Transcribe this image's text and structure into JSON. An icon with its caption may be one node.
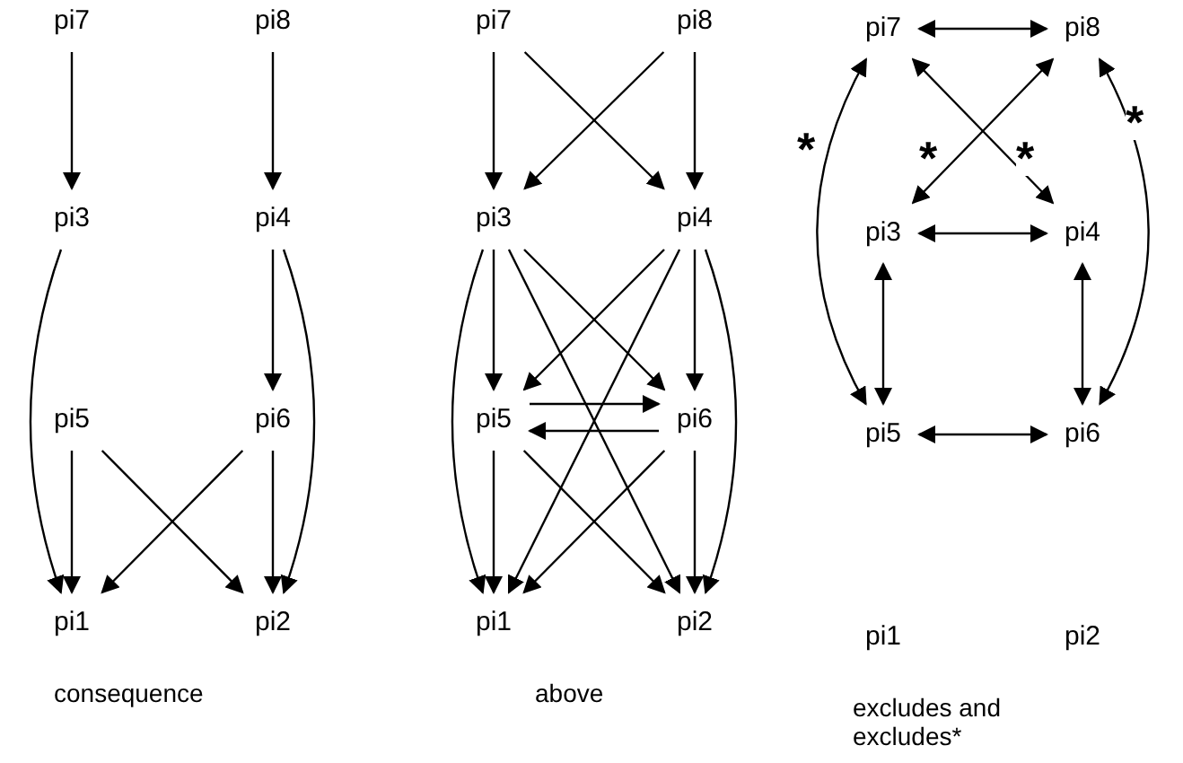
{
  "diagram": {
    "nodes": [
      {
        "text": [
          "pi7"
        ]
      },
      {
        "text": [
          "pi8"
        ]
      },
      {
        "text": [
          "pi3"
        ]
      },
      {
        "text": [
          "pi4"
        ]
      },
      {
        "text": [
          "pi5"
        ]
      },
      {
        "text": [
          "pi6"
        ]
      },
      {
        "text": [
          "pi1"
        ]
      },
      {
        "text": [
          "pi2"
        ]
      },
      {
        "text": [
          "pi7"
        ]
      },
      {
        "text": [
          "pi8"
        ]
      },
      {
        "text": [
          "pi3"
        ]
      },
      {
        "text": [
          "pi4"
        ]
      },
      {
        "text": [
          "pi5"
        ]
      },
      {
        "text": [
          "pi6"
        ]
      },
      {
        "text": [
          "pi1"
        ]
      },
      {
        "text": [
          "pi2"
        ]
      },
      {
        "text": [
          "pi7"
        ]
      },
      {
        "text": [
          "pi8"
        ]
      },
      {
        "text": [
          "pi3"
        ]
      },
      {
        "text": [
          "pi4"
        ]
      },
      {
        "text": [
          "pi5"
        ]
      },
      {
        "text": [
          "pi6"
        ]
      },
      {
        "text": [
          "pi1"
        ]
      },
      {
        "text": [
          "pi2"
        ]
      }
    ],
    "edges": [
      {
        "from": 0,
        "to": 2,
        "arrow": "to"
      },
      {
        "from": 1,
        "to": 3,
        "arrow": "to"
      },
      {
        "from": 2,
        "to": 6,
        "arrow": "to"
      },
      {
        "from": 3,
        "to": 5,
        "arrow": "to"
      },
      {
        "from": 3,
        "to": 7,
        "arrow": "to"
      },
      {
        "from": 4,
        "to": 6,
        "arrow": "to"
      },
      {
        "from": 4,
        "to": 7,
        "arrow": "to"
      },
      {
        "from": 5,
        "to": 6,
        "arrow": "to"
      },
      {
        "from": 5,
        "to": 7,
        "arrow": "to"
      },
      {
        "from": 8,
        "to": 10,
        "arrow": "to"
      },
      {
        "from": 8,
        "to": 11,
        "arrow": "to"
      },
      {
        "from": 9,
        "to": 10,
        "arrow": "to"
      },
      {
        "from": 9,
        "to": 11,
        "arrow": "to"
      },
      {
        "from": 10,
        "to": 14,
        "arrow": "to"
      },
      {
        "from": 10,
        "to": 12,
        "arrow": "to"
      },
      {
        "from": 10,
        "to": 15,
        "arrow": "to"
      },
      {
        "from": 10,
        "to": 13,
        "arrow": "to"
      },
      {
        "from": 11,
        "to": 12,
        "arrow": "to"
      },
      {
        "from": 11,
        "to": 14,
        "arrow": "to"
      },
      {
        "from": 11,
        "to": 13,
        "arrow": "to"
      },
      {
        "from": 11,
        "to": 15,
        "arrow": "to"
      },
      {
        "from": 12,
        "to": 13,
        "arrow": "to"
      },
      {
        "from": 13,
        "to": 12,
        "arrow": "to"
      },
      {
        "from": 12,
        "to": 14,
        "arrow": "to"
      },
      {
        "from": 12,
        "to": 15,
        "arrow": "to"
      },
      {
        "from": 13,
        "to": 14,
        "arrow": "to"
      },
      {
        "from": 13,
        "to": 15,
        "arrow": "to"
      },
      {
        "from": 16,
        "to": 17,
        "arrow": "both"
      },
      {
        "from": 16,
        "to": 19,
        "arrow": "both",
        "label": "*"
      },
      {
        "from": 17,
        "to": 18,
        "arrow": "both",
        "label": "*"
      },
      {
        "from": 18,
        "to": 19,
        "arrow": "both"
      },
      {
        "from": 18,
        "to": 20,
        "arrow": "both"
      },
      {
        "from": 19,
        "to": 21,
        "arrow": "both"
      },
      {
        "from": 20,
        "to": 21,
        "arrow": "both"
      },
      {
        "from": 16,
        "to": 20,
        "arrow": "both",
        "label": "*"
      },
      {
        "from": 17,
        "to": 21,
        "arrow": "both",
        "label": "*"
      }
    ],
    "labels": [
      "consequence",
      "above",
      "excludes and excludes*"
    ]
  }
}
